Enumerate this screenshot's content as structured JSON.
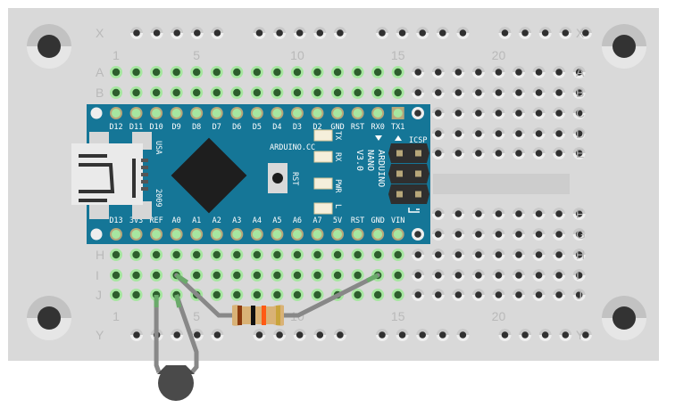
{
  "breadboard": {
    "row_labels_top": [
      "A",
      "B",
      "C",
      "D",
      "E"
    ],
    "row_labels_bottom": [
      "F",
      "G",
      "H",
      "I",
      "J"
    ],
    "rail_top_label": "X",
    "rail_bottom_label": "Y",
    "column_numbers": [
      "1",
      "5",
      "10",
      "15",
      "20"
    ],
    "column_number_values": [
      1,
      5,
      10,
      15,
      20
    ],
    "columns": 24,
    "connected_columns": 15,
    "colors": {
      "board": "#d9d9d9",
      "hole": "#303030",
      "hole_ring": "#efefef",
      "connected_ring": "#a6e6a0",
      "connected_hole": "#2d5e2d",
      "strip": "#cecece"
    }
  },
  "arduino": {
    "name": "ARDUINO NANO V3.0",
    "brand_lines": [
      "ARDUINO",
      "NANO",
      "V3.0"
    ],
    "site": "ARDUINO.CC",
    "usa": "USA",
    "year": "2009",
    "rst_button": "RST",
    "icsp": "ICSP",
    "leds": [
      "TX",
      "RX",
      "PWR",
      "L"
    ],
    "top_pins": [
      "D12",
      "D11",
      "D10",
      "D9",
      "D8",
      "D7",
      "D6",
      "D5",
      "D4",
      "D3",
      "D2",
      "GND",
      "RST",
      "RX0",
      "TX1"
    ],
    "bottom_pins": [
      "D13",
      "3V3",
      "REF",
      "A0",
      "A1",
      "A2",
      "A3",
      "A4",
      "A5",
      "A6",
      "A7",
      "5V",
      "RST",
      "GND",
      "VIN"
    ],
    "colors": {
      "pcb": "#157697",
      "chip": "#1e1e1e",
      "pin_ring": "#b7a77a",
      "pin_center": "#a6e6a0"
    }
  },
  "components": {
    "resistor": {
      "bands": [
        "#8b3a0e",
        "#111111",
        "#ff5a14",
        "#c9a43b"
      ],
      "body": "#d9b276"
    },
    "thermistor": {
      "color": "#4a4a4a"
    },
    "wire_color": "#888888"
  }
}
